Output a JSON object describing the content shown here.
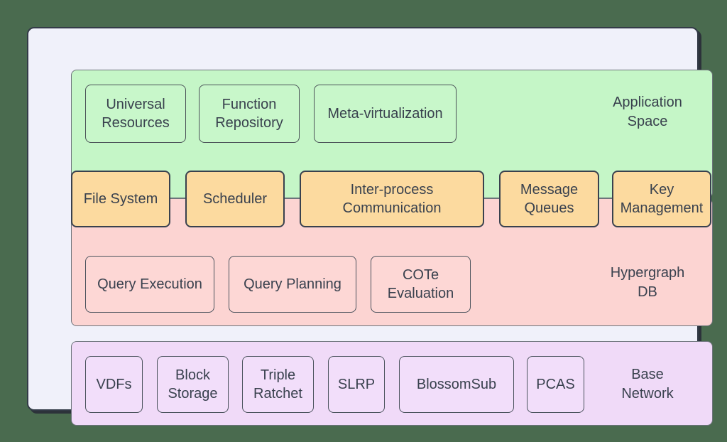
{
  "colors": {
    "page_background": "#4A6B4F",
    "container_fill": "#F0F1FA",
    "container_border": "#333B47",
    "application_space_fill": "#C5F6C7",
    "os_row_fill": "#FCDA9F",
    "hypergraph_db_fill": "#FCD4D2",
    "base_network_fill": "#F0DAF8",
    "text": "#39414E"
  },
  "diagram": {
    "app_space": {
      "title": "Application\nSpace",
      "boxes": {
        "universal_resources": "Universal\nResources",
        "function_repository": "Function\nRepository",
        "meta_virtualization": "Meta-virtualization"
      }
    },
    "os_row": {
      "file_system": "File System",
      "scheduler": "Scheduler",
      "ipc": "Inter-process\nCommunication",
      "message_queues": "Message\nQueues",
      "key_management": "Key\nManagement"
    },
    "hypergraph_db": {
      "title": "Hypergraph\nDB",
      "boxes": {
        "query_execution": "Query Execution",
        "query_planning": "Query Planning",
        "cote_evaluation": "COTe\nEvaluation"
      }
    },
    "base_network": {
      "title": "Base\nNetwork",
      "boxes": {
        "vdfs": "VDFs",
        "block_storage": "Block\nStorage",
        "triple_ratchet": "Triple\nRatchet",
        "slrp": "SLRP",
        "blossomsub": "BlossomSub",
        "pcas": "PCAS"
      }
    }
  }
}
